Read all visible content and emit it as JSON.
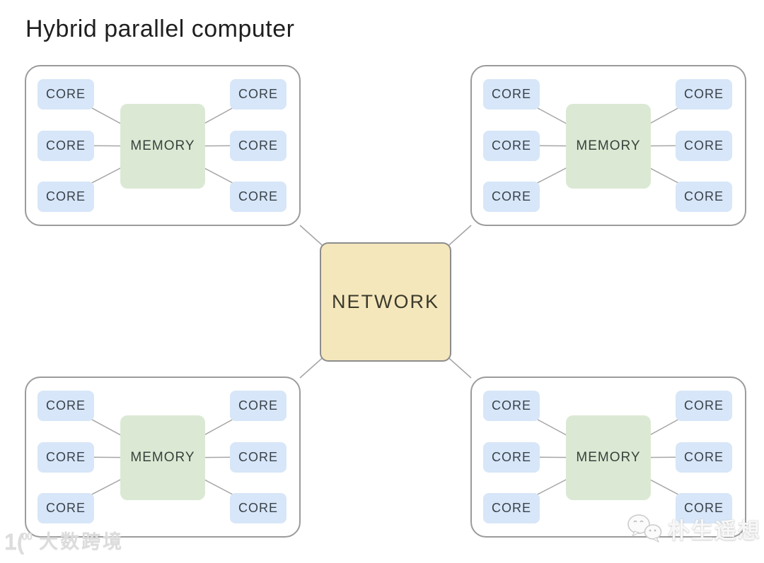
{
  "title": "Hybrid parallel computer",
  "network": {
    "label": "NETWORK"
  },
  "nodes": [
    {
      "id": "top-left",
      "memory": "MEMORY",
      "cores": [
        "CORE",
        "CORE",
        "CORE",
        "CORE",
        "CORE",
        "CORE"
      ]
    },
    {
      "id": "top-right",
      "memory": "MEMORY",
      "cores": [
        "CORE",
        "CORE",
        "CORE",
        "CORE",
        "CORE",
        "CORE"
      ]
    },
    {
      "id": "bottom-left",
      "memory": "MEMORY",
      "cores": [
        "CORE",
        "CORE",
        "CORE",
        "CORE",
        "CORE",
        "CORE"
      ]
    },
    {
      "id": "bottom-right",
      "memory": "MEMORY",
      "cores": [
        "CORE",
        "CORE",
        "CORE",
        "CORE",
        "CORE",
        "CORE"
      ]
    }
  ],
  "watermarks": {
    "bottom_left": {
      "logo_prefix": "1(",
      "logo_sup": "00",
      "text": "大数跨境"
    },
    "bottom_right": {
      "icon": "wechat-icon",
      "text": "朴生遥想"
    }
  },
  "colors": {
    "core_fill": "#d7e6f8",
    "memory_fill": "#dbe9d4",
    "network_fill": "#f5e7bc",
    "node_border": "#9b9b9b",
    "network_border": "#8c8c8c",
    "line": "#a6a6a6",
    "text_dark": "#39424a",
    "watermark_gray": "#dcdcdc"
  }
}
